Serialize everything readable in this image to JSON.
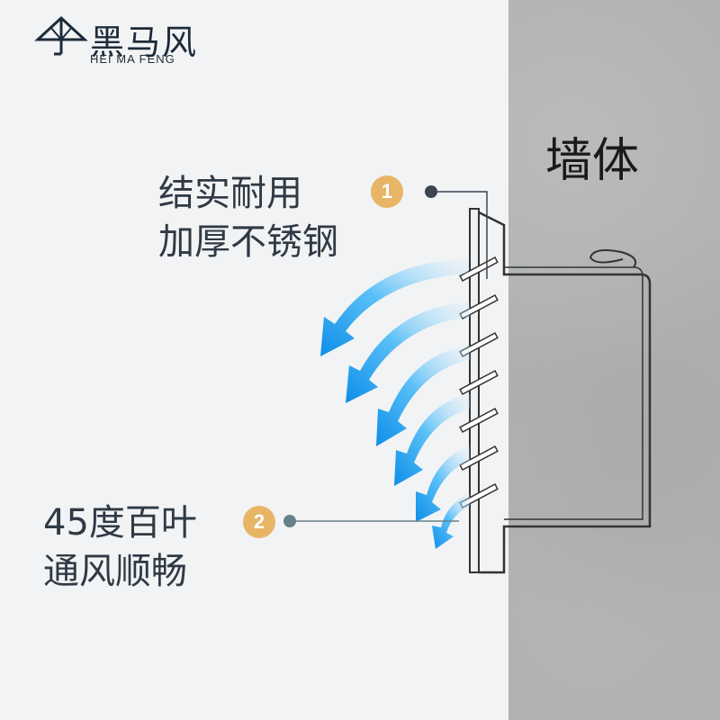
{
  "brand": {
    "name_cn": "黑马风",
    "name_en": "HEI MA FENG",
    "icon": "umbrella-logo-icon"
  },
  "wall_label": "墙体",
  "callouts": [
    {
      "number": "1",
      "lines": [
        "结实耐用",
        "加厚不锈钢"
      ]
    },
    {
      "number": "2",
      "lines": [
        "45度百叶",
        "通风顺畅"
      ]
    }
  ],
  "colors": {
    "badge": "#e8b566",
    "text": "#2f3a45",
    "arrow": "#1ea0ee",
    "wall": "#aeb0b1",
    "background": "#f2f3f4"
  }
}
